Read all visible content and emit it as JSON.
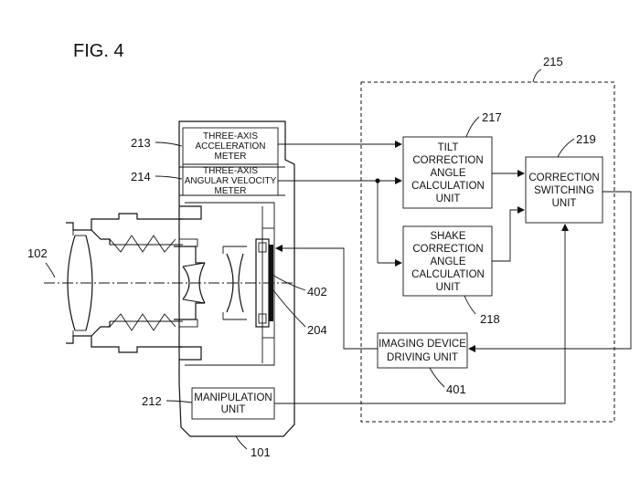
{
  "figure_label": "FIG. 4",
  "refs": {
    "r215": "215",
    "r217": "217",
    "r219": "219",
    "r213": "213",
    "r214": "214",
    "r102": "102",
    "r402": "402",
    "r204": "204",
    "r218": "218",
    "r401": "401",
    "r212": "212",
    "r101": "101"
  },
  "boxes": {
    "accel": [
      "THREE-AXIS",
      "ACCELERATION",
      "METER"
    ],
    "angvel": [
      "THREE-AXIS",
      "ANGULAR VELOCITY",
      "METER"
    ],
    "tilt": [
      "TILT",
      "CORRECTION",
      "ANGLE",
      "CALCULATION",
      "UNIT"
    ],
    "shake": [
      "SHAKE",
      "CORRECTION",
      "ANGLE",
      "CALCULATION",
      "UNIT"
    ],
    "switching": [
      "CORRECTION",
      "SWITCHING",
      "UNIT"
    ],
    "imaging": [
      "IMAGING DEVICE",
      "DRIVING UNIT"
    ],
    "manipulation": [
      "MANIPULATION",
      "UNIT"
    ]
  }
}
